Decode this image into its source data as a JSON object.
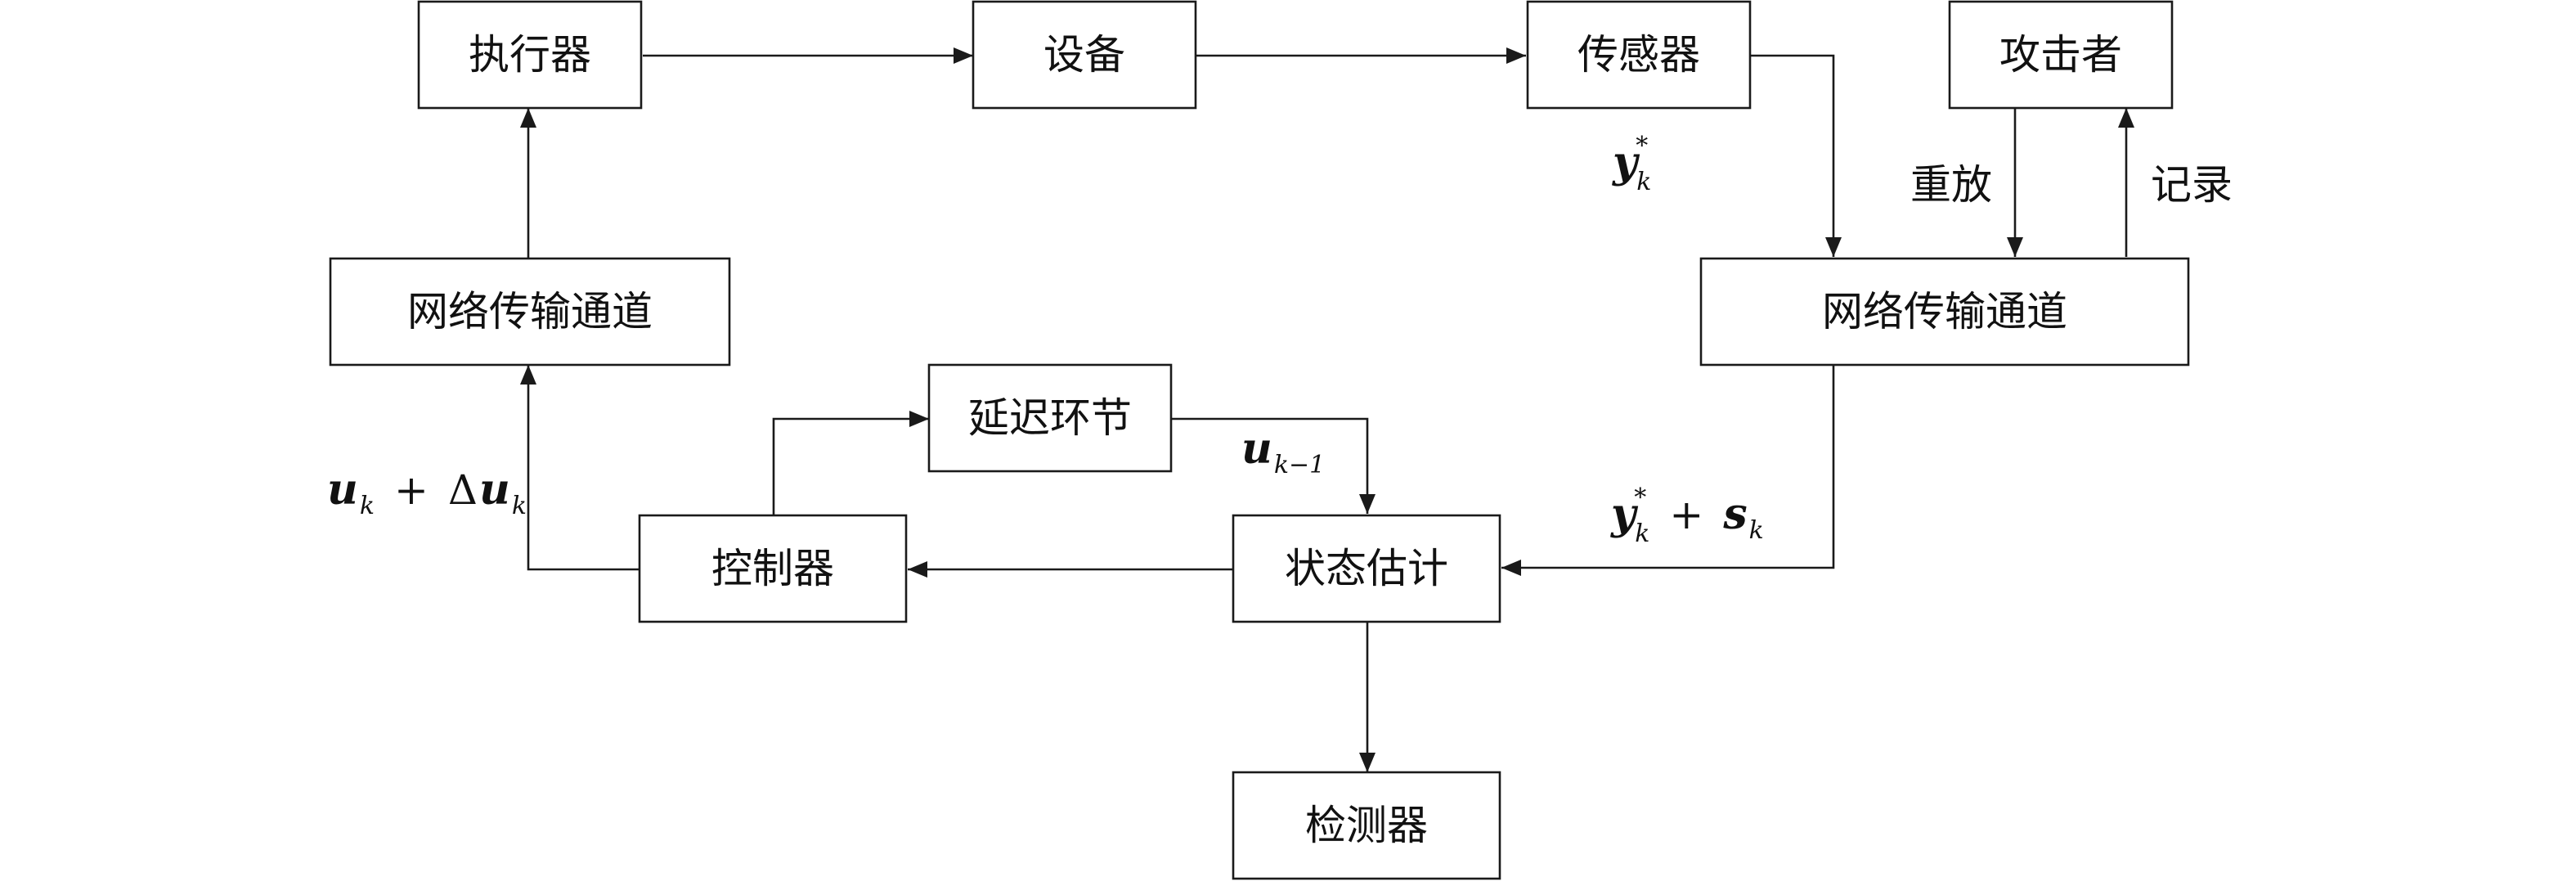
{
  "blocks": {
    "actuator": "执行器",
    "plant": "设备",
    "sensor": "传感器",
    "attacker": "攻击者",
    "network_left": "网络传输通道",
    "network_right": "网络传输通道",
    "delay": "延迟环节",
    "controller": "控制器",
    "estimator": "状态估计",
    "detector": "检测器"
  },
  "labels": {
    "replay": "重放",
    "record": "记录"
  },
  "signals": {
    "sensor_output": {
      "var": "y",
      "sup": "*",
      "sub": "k"
    },
    "control_prev": {
      "var": "u",
      "sub": "k−1"
    },
    "control_out": {
      "var1": "u",
      "sub1": "k",
      "op": "+",
      "delta": "Δ",
      "var2": "u",
      "sub2": "k"
    },
    "received_measurement": {
      "var1": "y",
      "sup1": "*",
      "sub1": "k",
      "op": "+",
      "var2": "s",
      "sub2": "k"
    }
  }
}
